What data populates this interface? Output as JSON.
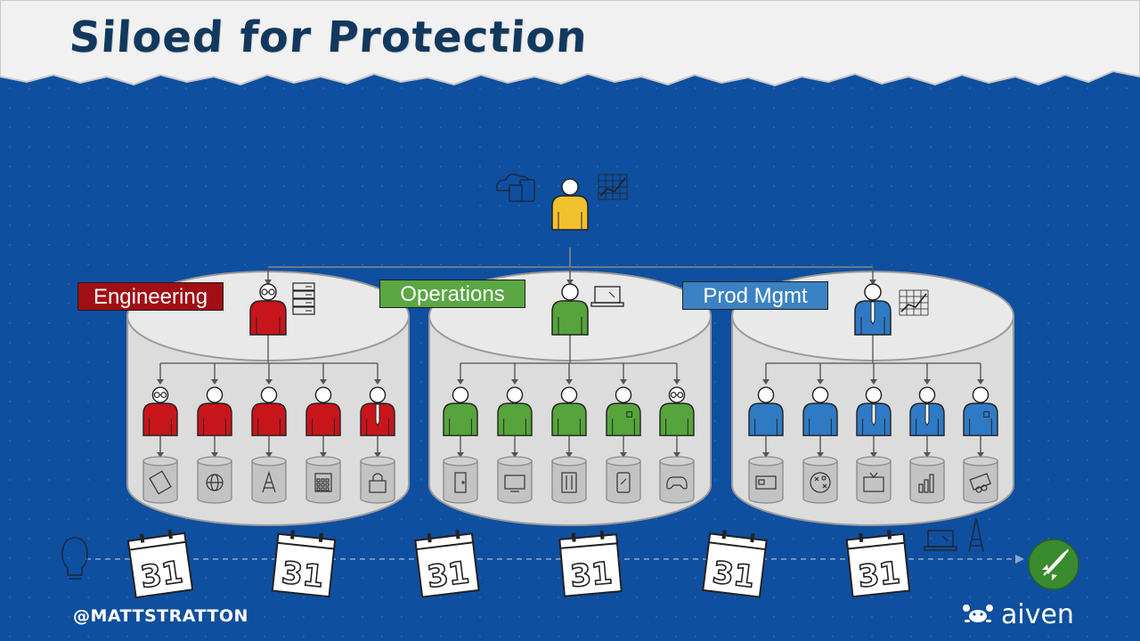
{
  "title": "Siloed for Protection",
  "departments": [
    {
      "id": "engineering",
      "label": "Engineering",
      "color": "#c8151b",
      "label_bg": "#a10f14",
      "systems": [
        "tablet-icon",
        "globe-icon",
        "radio-tower-icon",
        "calculator-icon",
        "padlock-icon"
      ]
    },
    {
      "id": "operations",
      "label": "Operations",
      "color": "#56a43b",
      "label_bg": "#5aa744",
      "systems": [
        "door-icon",
        "monitor-icon",
        "server-icon",
        "phone-icon",
        "gamepad-icon"
      ]
    },
    {
      "id": "prodmgmt",
      "label": "Prod Mgmt",
      "color": "#2f7ac4",
      "label_bg": "#3b82c4",
      "systems": [
        "credit-card-icon",
        "strategy-icon",
        "tv-icon",
        "bar-chart-icon",
        "money-icon"
      ]
    }
  ],
  "leader_color": "#f2c12e",
  "calendar_day": "31",
  "handle": "@MATTSTRATTON",
  "brand": "aiven",
  "colors": {
    "background": "#0f4f9f",
    "title": "#12385e",
    "launch_green": "#3a8a2f"
  }
}
